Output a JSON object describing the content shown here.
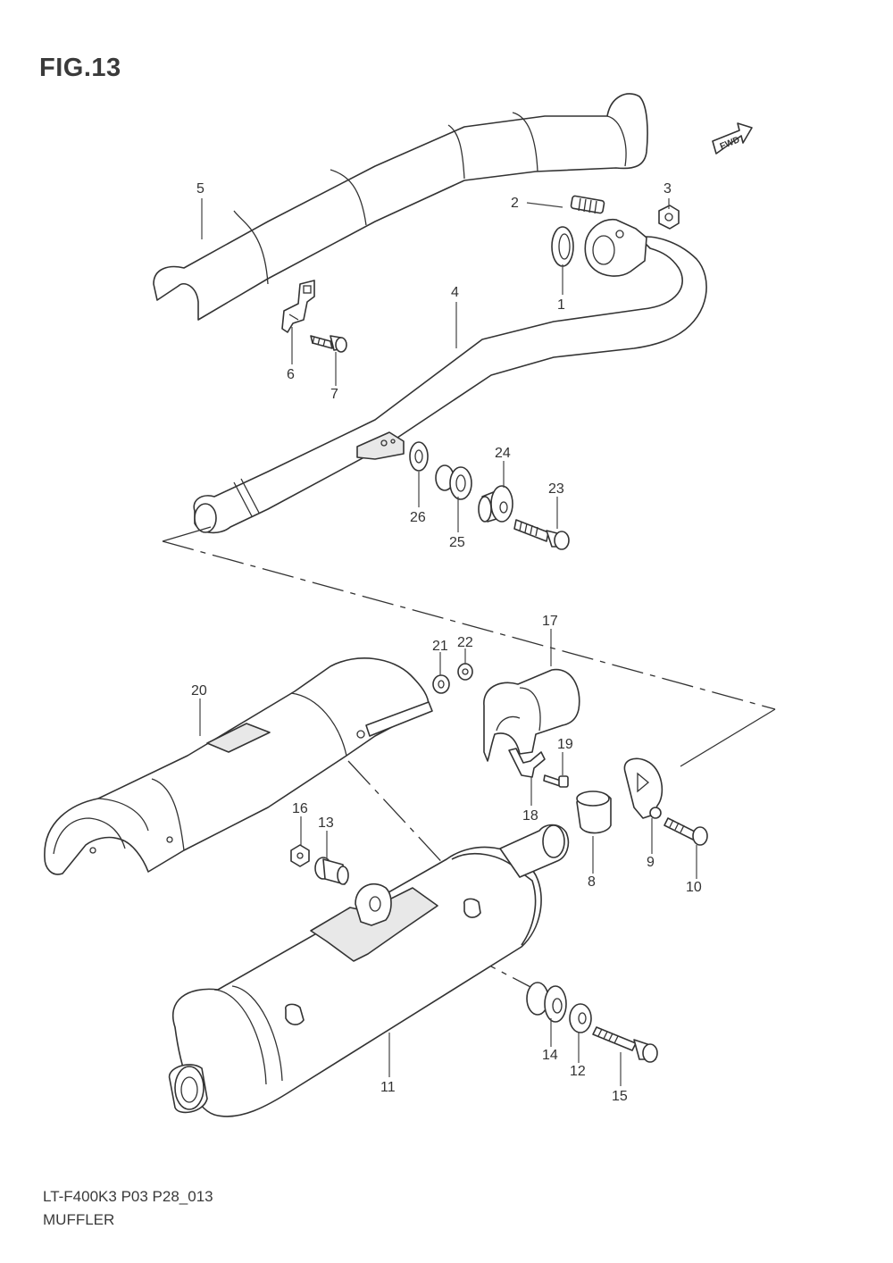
{
  "figure": {
    "title": "FIG.13",
    "model_code": "LT-F400K3 P03 P28_013",
    "caption": "MUFFLER",
    "fwd_label": "FWD"
  },
  "callouts": [
    {
      "id": "c1",
      "label": "1"
    },
    {
      "id": "c2",
      "label": "2"
    },
    {
      "id": "c3",
      "label": "3"
    },
    {
      "id": "c4",
      "label": "4"
    },
    {
      "id": "c5",
      "label": "5"
    },
    {
      "id": "c6",
      "label": "6"
    },
    {
      "id": "c7",
      "label": "7"
    },
    {
      "id": "c8",
      "label": "8"
    },
    {
      "id": "c9",
      "label": "9"
    },
    {
      "id": "c10",
      "label": "10"
    },
    {
      "id": "c11",
      "label": "11"
    },
    {
      "id": "c12",
      "label": "12"
    },
    {
      "id": "c13",
      "label": "13"
    },
    {
      "id": "c14",
      "label": "14"
    },
    {
      "id": "c15",
      "label": "15"
    },
    {
      "id": "c16",
      "label": "16"
    },
    {
      "id": "c17",
      "label": "17"
    },
    {
      "id": "c18",
      "label": "18"
    },
    {
      "id": "c19",
      "label": "19"
    },
    {
      "id": "c20",
      "label": "20"
    },
    {
      "id": "c21",
      "label": "21"
    },
    {
      "id": "c22",
      "label": "22"
    },
    {
      "id": "c23",
      "label": "23"
    },
    {
      "id": "c24",
      "label": "24"
    },
    {
      "id": "c25",
      "label": "25"
    },
    {
      "id": "c26",
      "label": "26"
    }
  ]
}
